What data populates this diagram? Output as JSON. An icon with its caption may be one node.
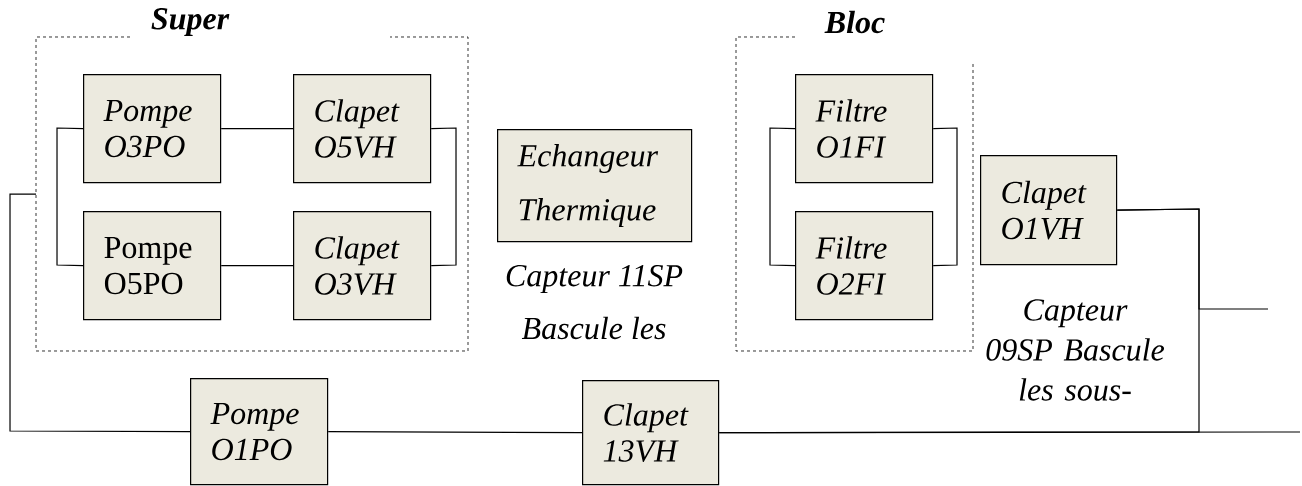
{
  "diagram": {
    "nodes": [
      {
        "text": [
          "Super"
        ]
      },
      {
        "text": [
          "Pompe O3PO"
        ],
        "in": 0
      },
      {
        "text": [
          "Clapet O5VH"
        ],
        "in": 0
      },
      {
        "text": [
          "Pompe O5PO"
        ],
        "in": 0
      },
      {
        "text": [
          "Clapet O3VH"
        ],
        "in": 0
      },
      {
        "text": [
          "Echangeur Thermique"
        ],
        "beside": [
          "Capteur 11SP",
          "Bascule les"
        ]
      },
      {
        "text": [
          "Bloc"
        ]
      },
      {
        "text": [
          "Filtre O1FI"
        ],
        "in": 6
      },
      {
        "text": [
          "Filtre O2FI"
        ],
        "in": 6
      },
      {
        "text": [
          "Clapet O1VH"
        ]
      },
      {
        "text": [
          "Pompe O1PO"
        ]
      },
      {
        "text": [
          "Clapet 13VH"
        ]
      }
    ],
    "edges": [
      {
        "from": 1,
        "to": 3,
        "arrow": "none"
      },
      {
        "from": 1,
        "to": 2,
        "arrow": "none"
      },
      {
        "from": 3,
        "to": 4,
        "arrow": "none"
      },
      {
        "from": 2,
        "to": 4,
        "arrow": "none"
      },
      {
        "from": 0,
        "to": 10,
        "arrow": "none"
      },
      {
        "from": 10,
        "to": 11,
        "arrow": "none"
      },
      {
        "from": 11,
        "to": null,
        "arrow": "none"
      },
      {
        "from": 9,
        "to": 11,
        "arrow": "none"
      },
      {
        "from": 9,
        "to": null,
        "arrow": "none"
      },
      {
        "from": 7,
        "to": 8,
        "arrow": "none"
      },
      {
        "from": 7,
        "to": 8,
        "arrow": "none"
      }
    ],
    "labels": [
      "Capteur 09SP Bascule les sous-"
    ]
  }
}
